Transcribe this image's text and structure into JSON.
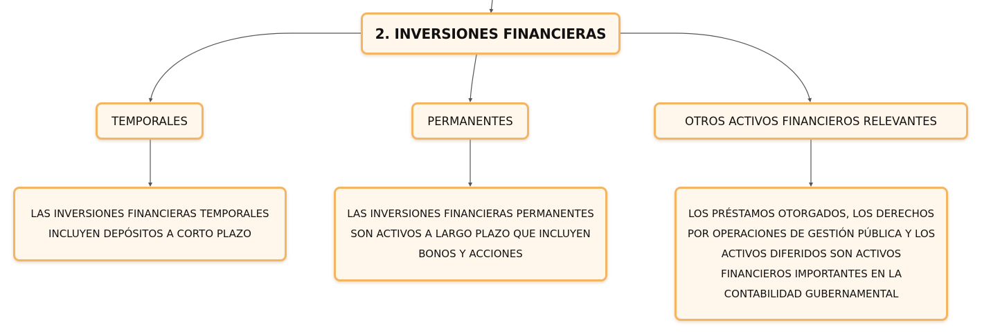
{
  "diagram": {
    "root": {
      "label": "2. INVERSIONES FINANCIERAS"
    },
    "categories": [
      {
        "label": "TEMPORALES",
        "description": "LAS INVERSIONES FINANCIERAS TEMPORALES INCLUYEN DEPÓSITOS A CORTO PLAZO"
      },
      {
        "label": "PERMANENTES",
        "description": "LAS INVERSIONES FINANCIERAS PERMANENTES SON ACTIVOS A LARGO PLAZO QUE INCLUYEN BONOS Y ACCIONES"
      },
      {
        "label": "OTROS ACTIVOS FINANCIEROS RELEVANTES",
        "description": "LOS PRÉSTAMOS OTORGADOS, LOS DERECHOS POR OPERACIONES DE GESTIÓN PÚBLICA Y LOS ACTIVOS DIFERIDOS SON ACTIVOS FINANCIEROS IMPORTANTES EN LA CONTABILIDAD GUBERNAMENTAL"
      }
    ],
    "colors": {
      "node_border": "#f4b563",
      "node_fill": "#fff6ec",
      "connector": "#555555",
      "text": "#111111"
    }
  }
}
